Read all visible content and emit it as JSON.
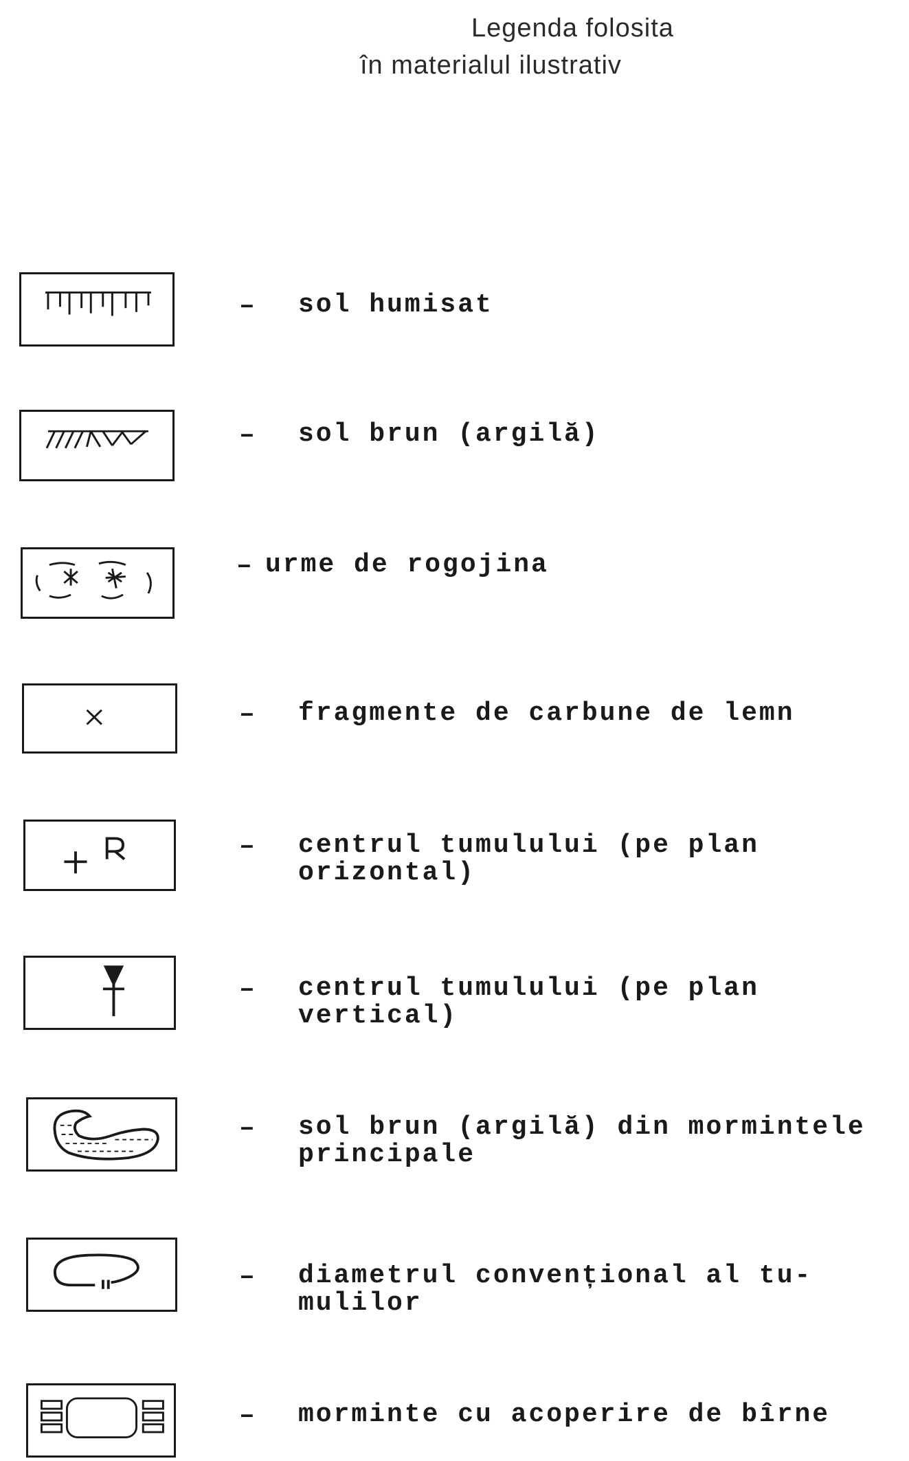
{
  "header": {
    "title_line1": "Legenda folosita",
    "title_line2": "în materialul ilustrativ"
  },
  "legend": {
    "dash": "–",
    "items": [
      {
        "icon": "grass-hatch-icon",
        "label": "sol humisat"
      },
      {
        "icon": "clay-hatch-icon",
        "label": "sol brun (argilă)"
      },
      {
        "icon": "mat-imprint-icon",
        "label": "urme de rogojina"
      },
      {
        "icon": "cross-mark-icon",
        "label": "fragmente de carbune de lemn"
      },
      {
        "icon": "plus-r-icon",
        "label": "centrul tumulului (pe plan\norizontal)"
      },
      {
        "icon": "y-marker-icon",
        "label": "centrul tumulului (pe plan\nvertical)"
      },
      {
        "icon": "crescent-clay-icon",
        "label": "sol brun (argilă) din mormintele\nprincipale"
      },
      {
        "icon": "loop-diameter-icon",
        "label": "diametrul convențional al tu-\nmulilor"
      },
      {
        "icon": "log-covered-grave-icon",
        "label": "morminte cu acoperire de bîrne"
      }
    ]
  }
}
